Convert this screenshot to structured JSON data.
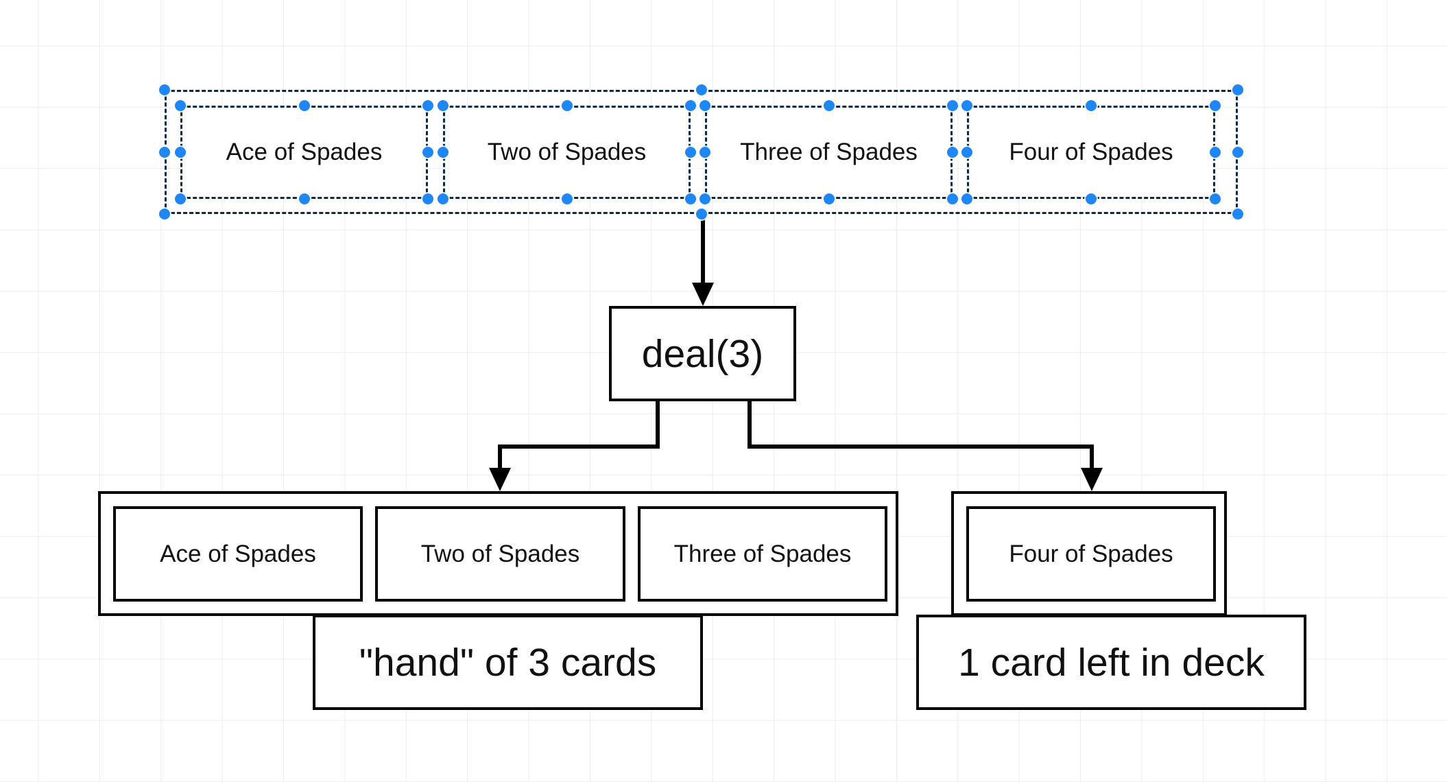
{
  "deck": {
    "cards": [
      "Ace of Spades",
      "Two of Spades",
      "Three of Spades",
      "Four of Spades"
    ]
  },
  "operation": {
    "label": "deal(3)"
  },
  "hand": {
    "cards": [
      "Ace of Spades",
      "Two of Spades",
      "Three of Spades"
    ],
    "caption": "\"hand\" of 3 cards"
  },
  "remaining": {
    "cards": [
      "Four of Spades"
    ],
    "caption": "1 card left in deck"
  },
  "colors": {
    "selection_handle": "#1e86f5",
    "selection_outline": "#0b2a4a",
    "stroke": "#000000",
    "grid": "#ececec"
  }
}
